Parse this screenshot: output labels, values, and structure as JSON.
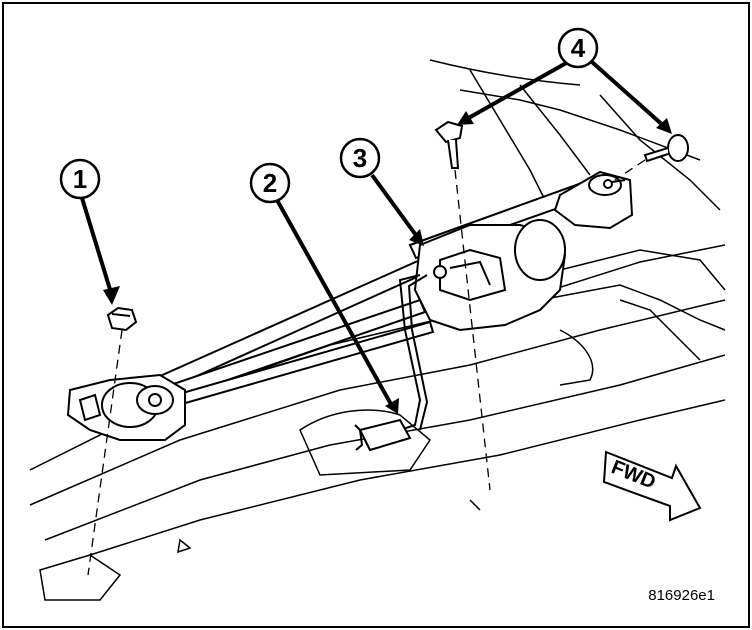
{
  "diagram": {
    "callouts": [
      {
        "id": "1",
        "label": "1"
      },
      {
        "id": "2",
        "label": "2"
      },
      {
        "id": "3",
        "label": "3"
      },
      {
        "id": "4",
        "label": "4"
      }
    ],
    "direction_label": "FWD",
    "figure_id": "816926e1"
  }
}
